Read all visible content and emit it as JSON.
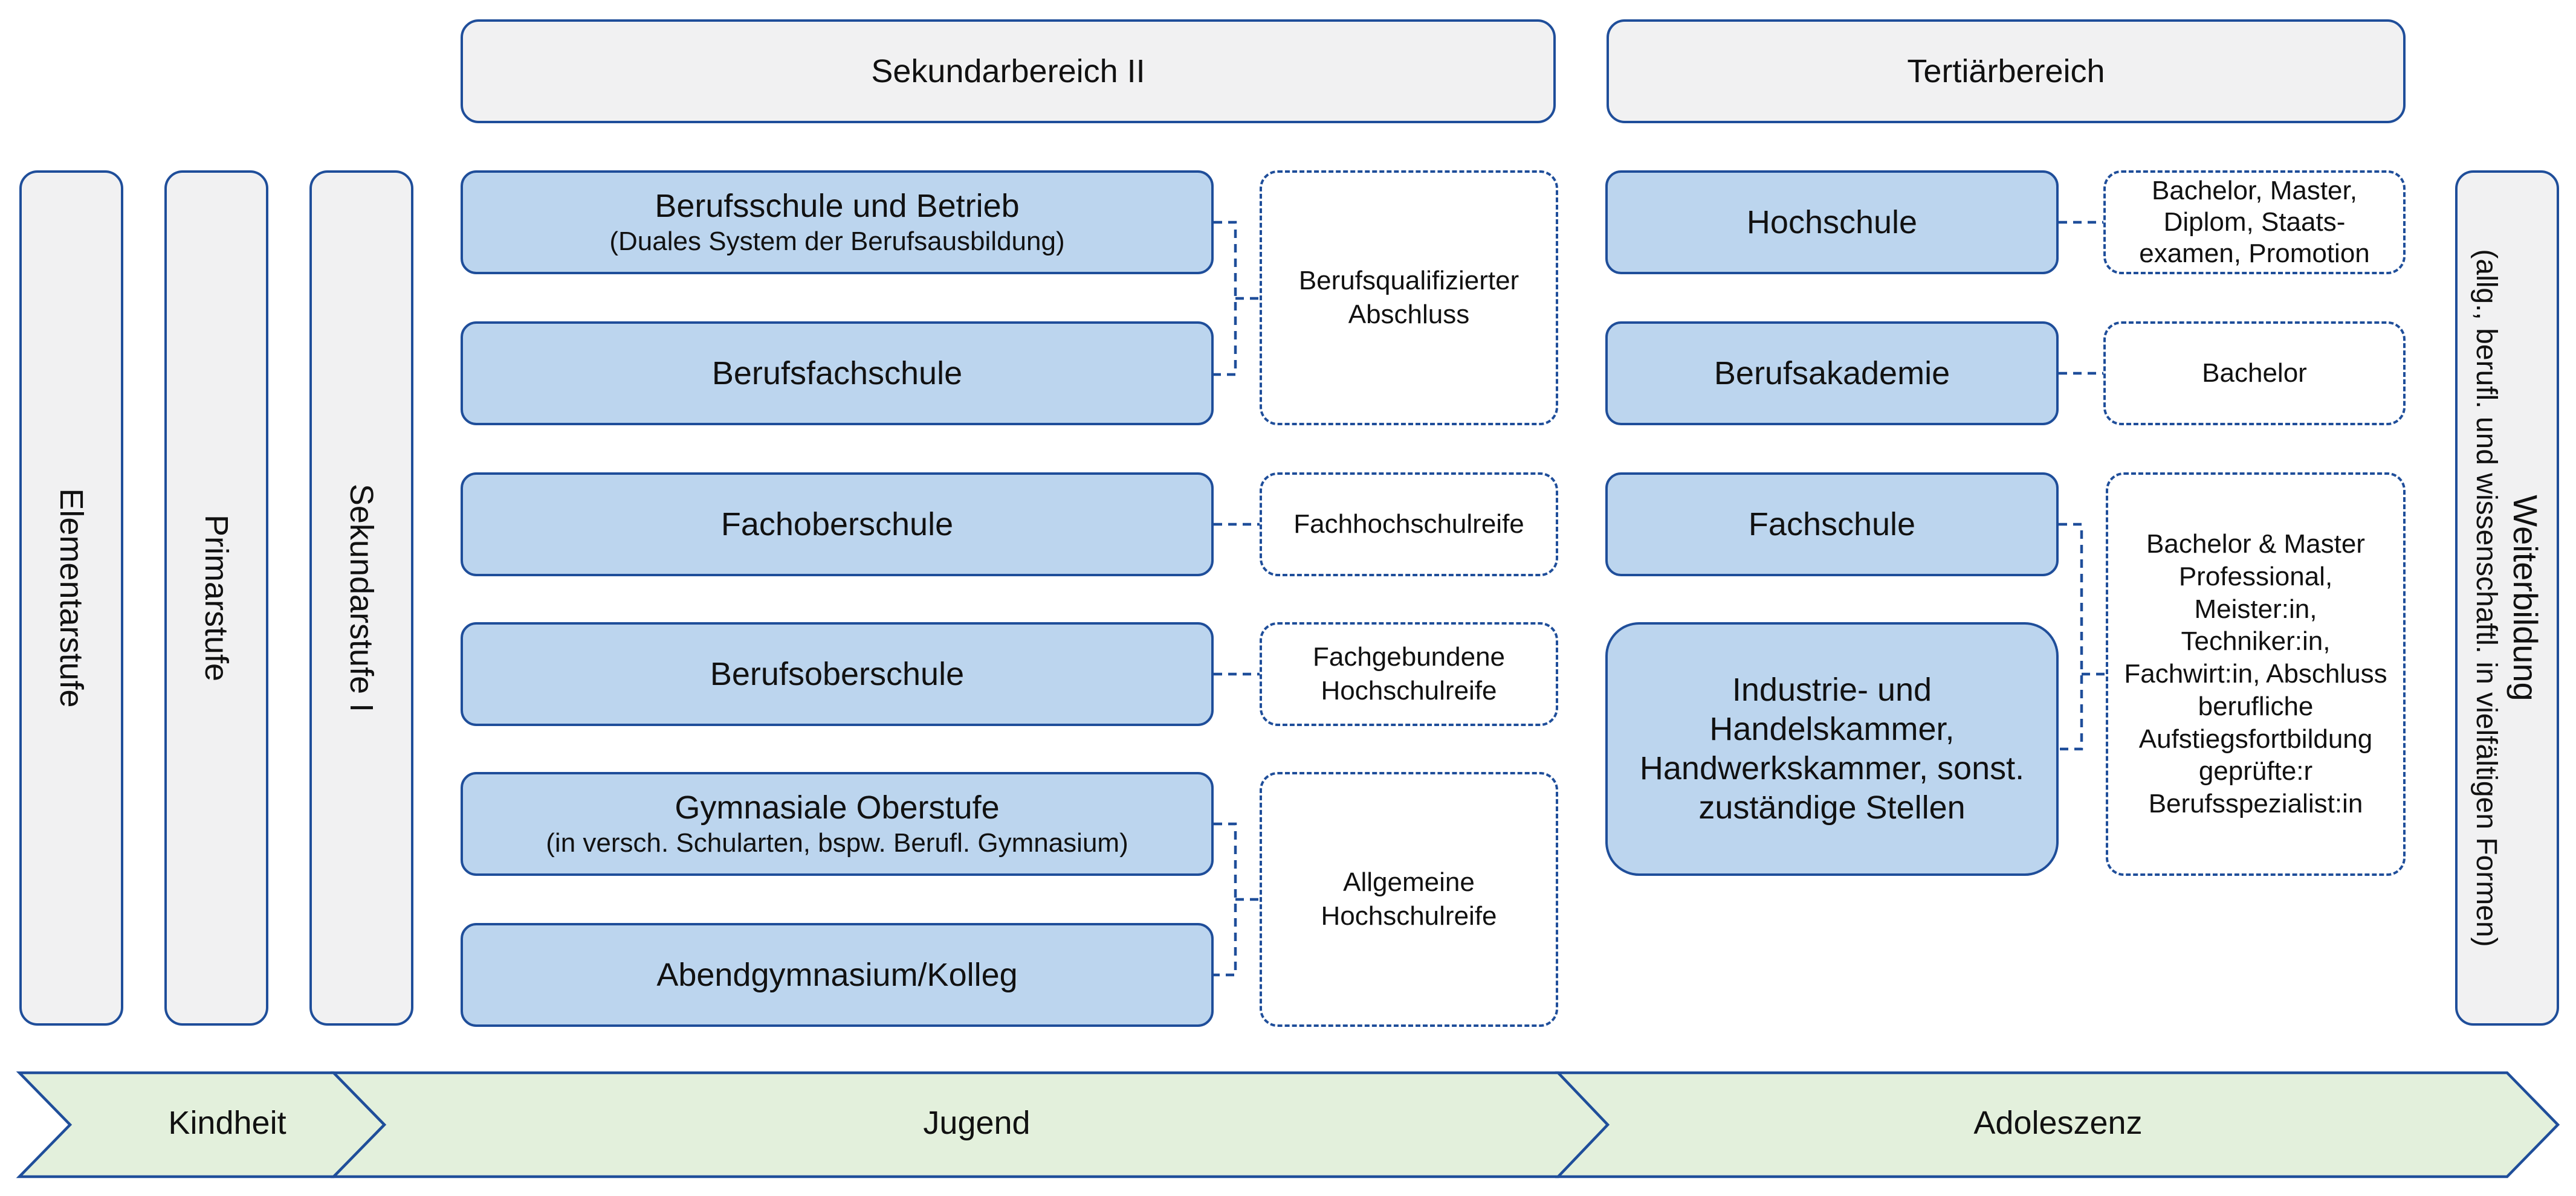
{
  "headers": {
    "sek2": "Sekundarbereich II",
    "tertiaer": "Tertiärbereich"
  },
  "vertical": {
    "elementar": "Elementarstufe",
    "primar": "Primarstufe",
    "sek1": "Sekundarstufe I",
    "weiterbildung_title": "Weiterbildung",
    "weiterbildung_sub": "(allg., berufl. und wissenschaftl. in vielfältigen Formen)"
  },
  "sek2_schools": {
    "berufsschule": "Berufsschule und Betrieb",
    "berufsschule_sub": "(Duales System der Berufsausbildung)",
    "berufsfachschule": "Berufsfachschule",
    "fachoberschule": "Fachoberschule",
    "berufsoberschule": "Berufsoberschule",
    "gymnasiale": "Gymnasiale Oberstufe",
    "gymnasiale_sub": "(in versch. Schularten, bspw. Berufl. Gymnasium)",
    "abendgymnasium": "Abendgymnasium/Kolleg"
  },
  "sek2_results": {
    "berufsqualifiziert": "Berufsqualifizierter Abschluss",
    "fachhochschulreife": "Fachhochschulreife",
    "fachgebunden": "Fachgebundene Hochschulreife",
    "allgemein": "Allgemeine Hochschulreife"
  },
  "tertiaer_schools": {
    "hochschule": "Hochschule",
    "berufsakademie": "Berufsakademie",
    "fachschule": "Fachschule",
    "kammer": "Industrie- und Handelskammer, Handwerkskammer, sonst. zuständige Stellen"
  },
  "tertiaer_results": {
    "hochschule": "Bachelor, Master, Diplom, Staats-examen, Promotion",
    "berufsakademie": "Bachelor",
    "fortbildung": "Bachelor & Master Professional, Meister:in, Techniker:in, Fachwirt:in, Abschluss berufliche Aufstiegsfortbildung geprüfte:r Berufsspezialist:in"
  },
  "life_stages": {
    "kindheit": "Kindheit",
    "jugend": "Jugend",
    "adoleszenz": "Adoleszenz"
  },
  "colors": {
    "border": "#1f4e9a",
    "school_fill": "#bcd5ee",
    "stage_fill": "#f1f1f2",
    "arrow_fill": "#e3f0dc"
  }
}
